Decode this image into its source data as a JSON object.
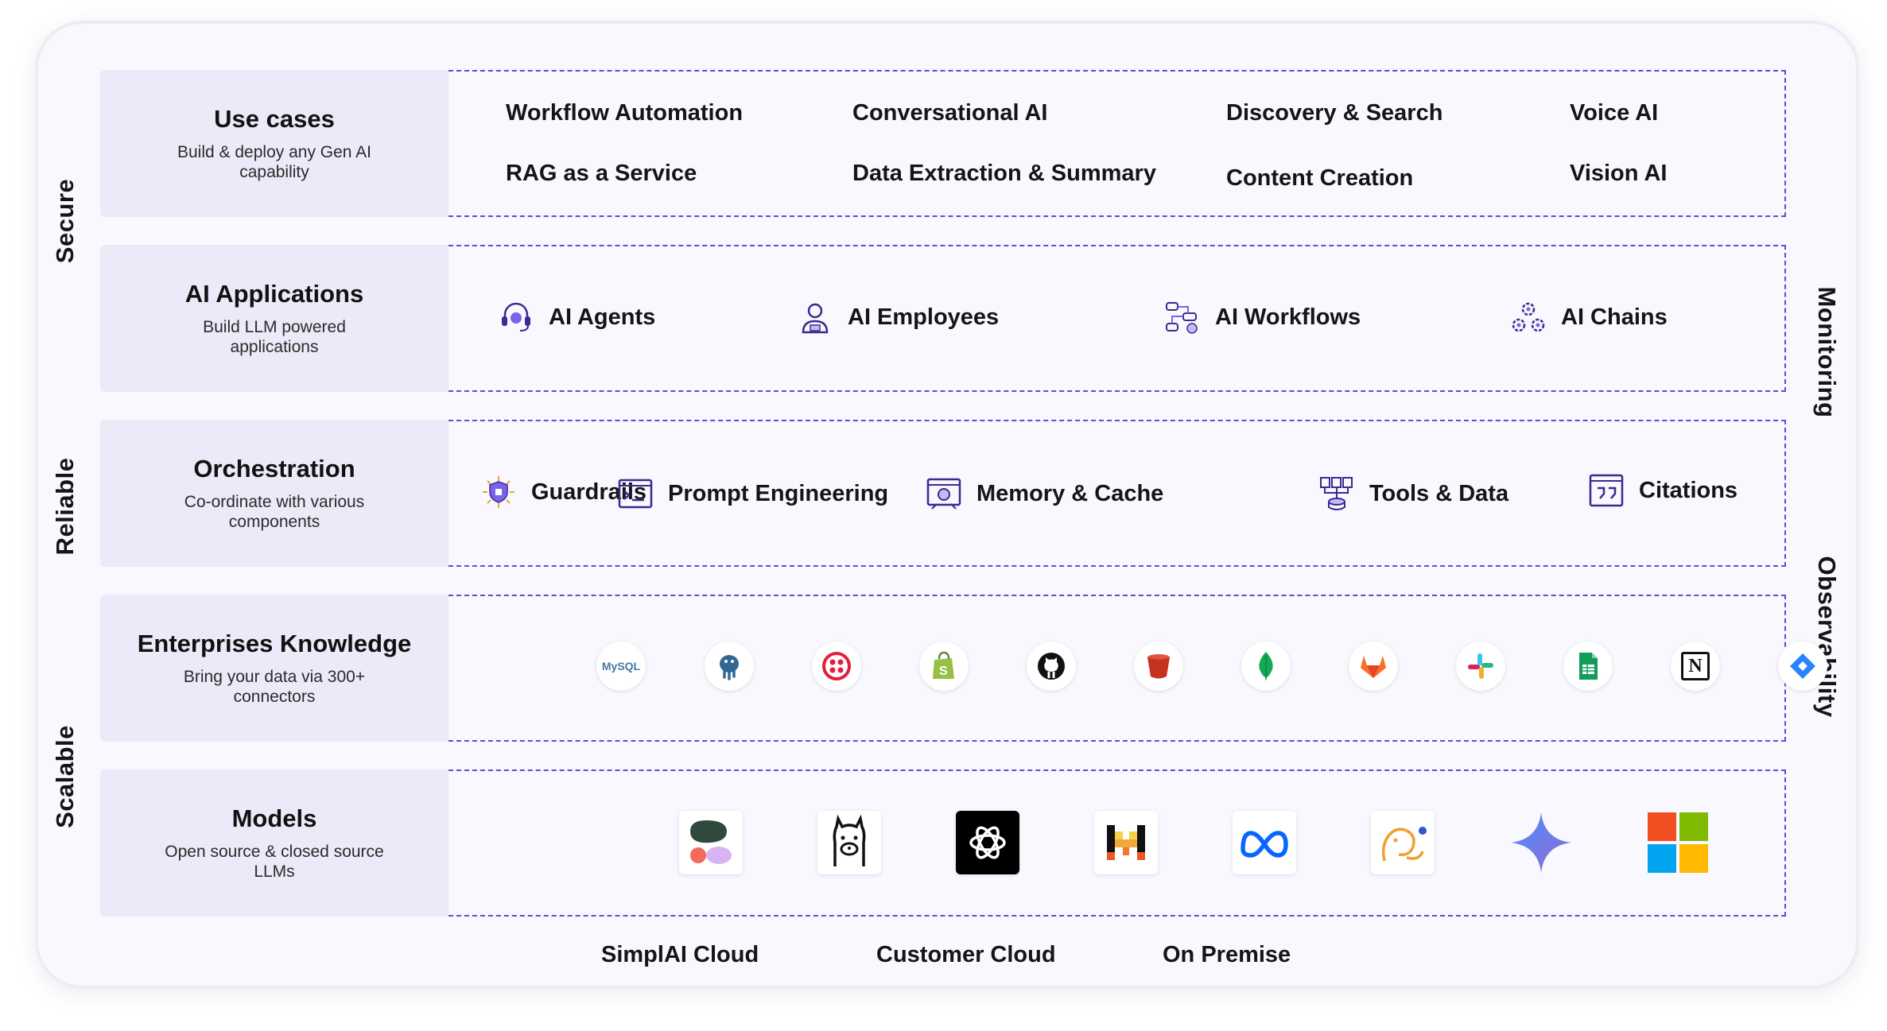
{
  "side_labels": {
    "left": [
      "Secure",
      "Reliable",
      "Scalable"
    ],
    "right": [
      "Monitoring",
      "Observability"
    ]
  },
  "layers": {
    "use_cases": {
      "title": "Use cases",
      "subtitle": "Build & deploy any Gen AI capability",
      "items": [
        "Workflow Automation",
        "Conversational AI",
        "Discovery & Search",
        "Voice AI",
        "RAG as a Service",
        "Data Extraction & Summary",
        "Content Creation",
        "Vision AI"
      ]
    },
    "ai_applications": {
      "title": "AI Applications",
      "subtitle": "Build LLM powered applications",
      "items": [
        {
          "label": "AI Agents",
          "icon": "headset-robot-icon"
        },
        {
          "label": "AI Employees",
          "icon": "employee-icon"
        },
        {
          "label": "AI Workflows",
          "icon": "workflow-icon"
        },
        {
          "label": "AI Chains",
          "icon": "chain-gears-icon"
        }
      ]
    },
    "orchestration": {
      "title": "Orchestration",
      "subtitle": "Co-ordinate with various components",
      "items": [
        {
          "label": "Guardrails",
          "icon": "shield-chip-icon"
        },
        {
          "label": "Prompt Engineering",
          "icon": "terminal-icon"
        },
        {
          "label": "Memory & Cache",
          "icon": "memory-icon"
        },
        {
          "label": "Tools & Data",
          "icon": "database-tools-icon"
        },
        {
          "label": "Citations",
          "icon": "quote-icon"
        }
      ]
    },
    "enterprise_knowledge": {
      "title": "Enterprises Knowledge",
      "subtitle": "Bring your data via 300+ connectors",
      "connectors": [
        {
          "name": "mysql-icon",
          "text": "MySQL"
        },
        {
          "name": "postgresql-icon"
        },
        {
          "name": "twilio-icon"
        },
        {
          "name": "shopify-icon"
        },
        {
          "name": "github-icon"
        },
        {
          "name": "aws-s3-icon"
        },
        {
          "name": "mongodb-icon"
        },
        {
          "name": "gitlab-icon"
        },
        {
          "name": "slack-icon"
        },
        {
          "name": "google-sheets-icon"
        },
        {
          "name": "notion-icon",
          "text": "N"
        },
        {
          "name": "jira-icon"
        }
      ]
    },
    "models": {
      "title": "Models",
      "subtitle": "Open source & closed source LLMs",
      "providers": [
        {
          "name": "anyscale-icon"
        },
        {
          "name": "ollama-icon"
        },
        {
          "name": "openai-icon"
        },
        {
          "name": "mistral-icon"
        },
        {
          "name": "meta-icon"
        },
        {
          "name": "deepseek-icon"
        },
        {
          "name": "gemini-icon"
        },
        {
          "name": "microsoft-icon"
        }
      ]
    }
  },
  "deployment": [
    "SimplAI Cloud",
    "Customer Cloud",
    "On Premise"
  ],
  "colors": {
    "accent": "#5a4fd6",
    "label_bg": "#ece9f8",
    "card_bg": "#f8f8fe"
  }
}
